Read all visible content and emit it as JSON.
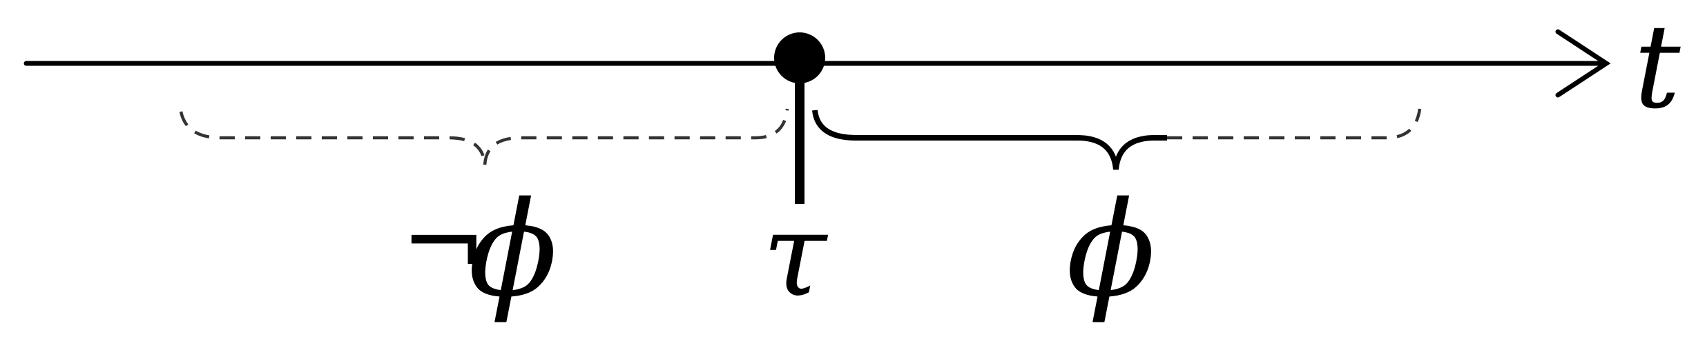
{
  "labels": {
    "axis": "t",
    "event": "τ",
    "after": "ϕ",
    "before_neg": "¬",
    "before_sym": "ϕ"
  },
  "colors": {
    "ink": "#000000",
    "dashed": "#333333",
    "background": "#ffffff"
  }
}
